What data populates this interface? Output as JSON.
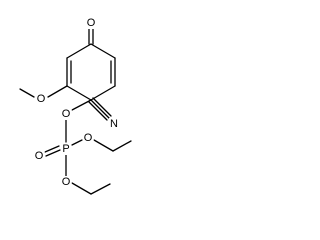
{
  "colors": {
    "bond": "#000000",
    "label": "#000000",
    "background": "#ffffff"
  },
  "atoms": {
    "carbonyl_oxygen": "O",
    "methoxy_oxygen": "O",
    "nitrile_nitrogen": "N",
    "ester_oxygen": "O",
    "phosphorus": "P",
    "phosphoryl_oxygen": "O",
    "ethoxy_oxygen_upper": "O",
    "ethoxy_oxygen_lower": "O"
  }
}
